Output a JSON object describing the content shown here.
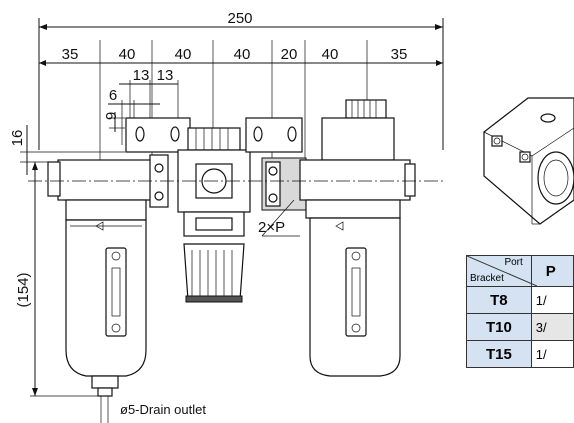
{
  "dimensions": {
    "overall": "250",
    "segments": [
      "35",
      "40",
      "40",
      "40",
      "20",
      "40",
      "35"
    ],
    "bracket_pitch_a": "13",
    "bracket_pitch_b": "13",
    "bracket_offset": "6",
    "bracket_hole": "9",
    "bracket_height": "16",
    "bowl_height": "(154)"
  },
  "callouts": {
    "port_callout": "2×P",
    "drain_outlet": "ø5-Drain outlet"
  },
  "table": {
    "corner_top": "Port",
    "corner_bottom": "Bracket",
    "column_header_partial": "P",
    "rows": [
      {
        "label": "T8",
        "value_partial": "1/"
      },
      {
        "label": "T10",
        "value_partial": "3/"
      },
      {
        "label": "T15",
        "value_partial": "1/"
      }
    ]
  },
  "colors": {
    "table_header_bg": "#d4e2f1",
    "shaded_cell_bg": "#e6e6e6",
    "highlight_block": "#d9d9d9"
  }
}
